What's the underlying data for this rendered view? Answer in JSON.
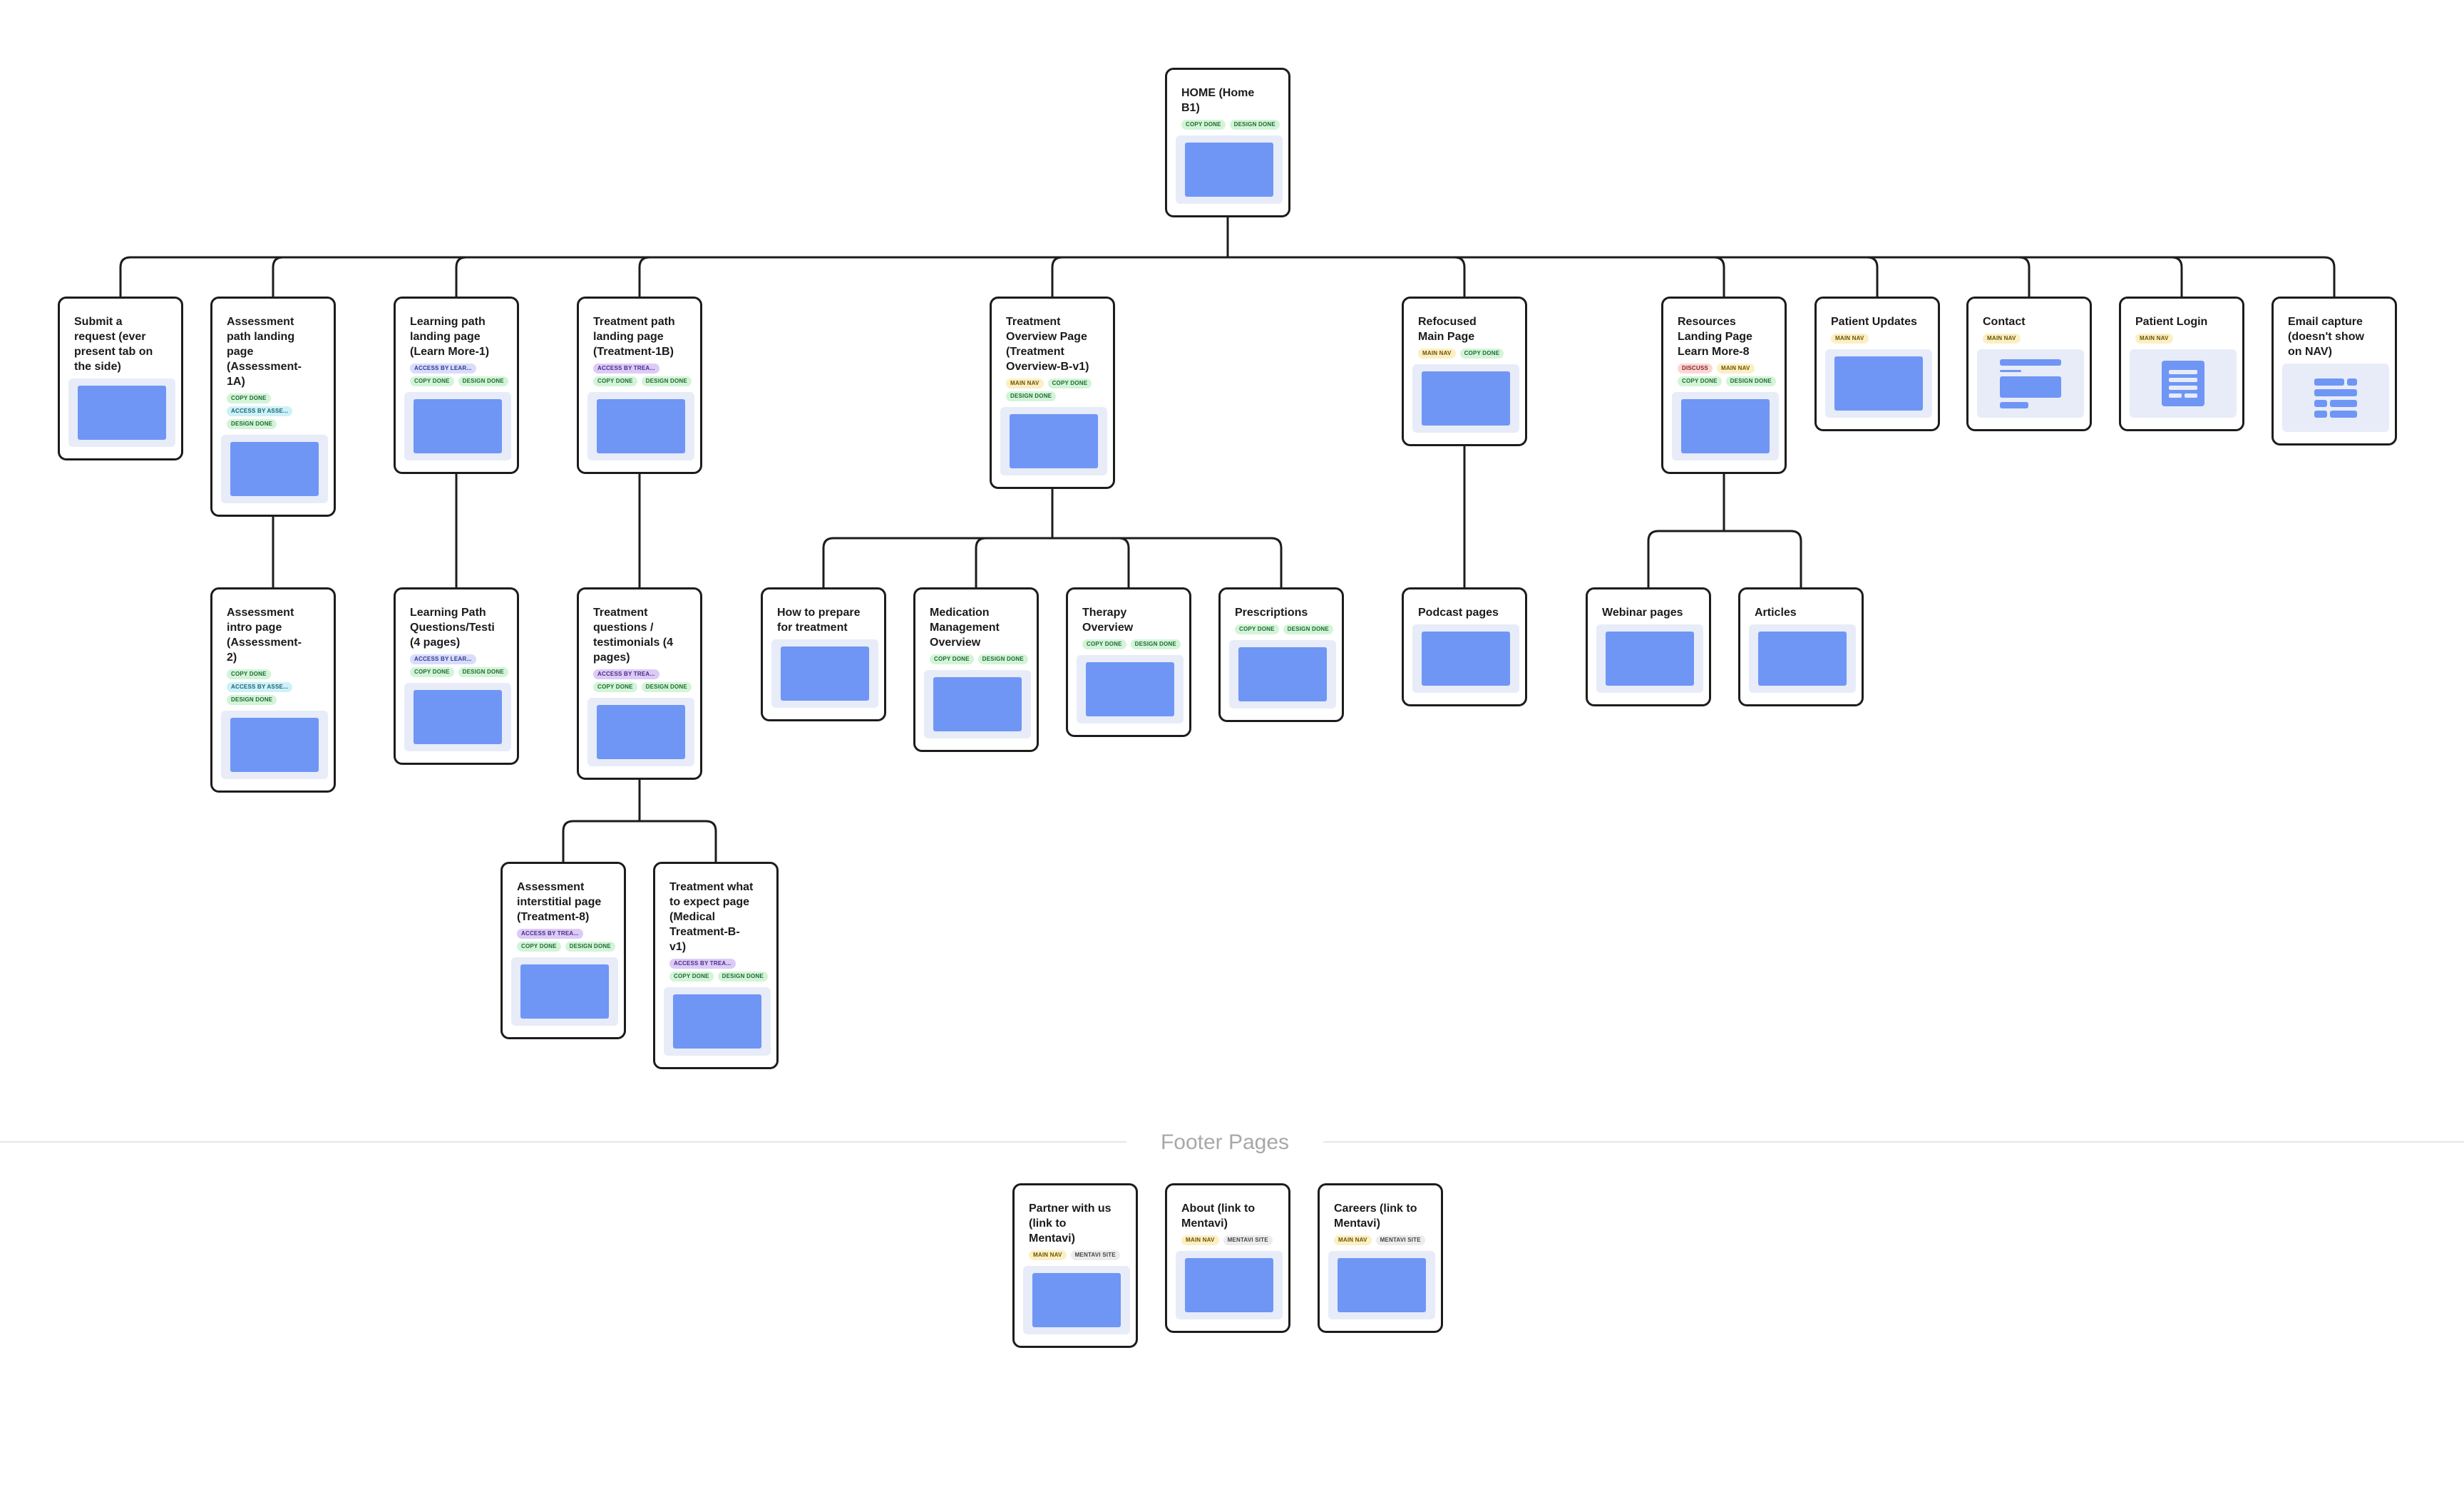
{
  "colors": {
    "canvas": "#ffffff",
    "card_border": "#1c1c1c",
    "connector": "#1c1c1c",
    "thumbnail_bg": "#e7ecf8",
    "thumbnail_fill": "#6f96f5",
    "divider": "#e6e6e6",
    "footer_label": "#a8a8a8"
  },
  "tag_styles": {
    "copy-done": {
      "bg": "#d3f4d8",
      "fg": "#1f6b30"
    },
    "design-done": {
      "bg": "#d3f4d8",
      "fg": "#1f6b30"
    },
    "access-learn": {
      "bg": "#d9dcfb",
      "fg": "#2e3a8f"
    },
    "access-assess": {
      "bg": "#cdf1f7",
      "fg": "#1b6675"
    },
    "access-treat": {
      "bg": "#dccbf6",
      "fg": "#4b2a86"
    },
    "main-nav": {
      "bg": "#fbf0c4",
      "fg": "#6e5200"
    },
    "discuss": {
      "bg": "#fbd6d6",
      "fg": "#8a1f1f"
    },
    "mentavi-site": {
      "bg": "#ececec",
      "fg": "#444444"
    }
  },
  "footer_label": "Footer Pages",
  "cards": [
    {
      "id": "home",
      "title": "HOME (Home\nB1)",
      "thumb": "plain",
      "tags": [
        {
          "label": "COPY DONE",
          "style": "copy-done"
        },
        {
          "label": "DESIGN DONE",
          "style": "design-done"
        }
      ]
    },
    {
      "id": "submit-request",
      "title": "Submit a\nrequest (ever\npresent tab on\nthe side)",
      "thumb": "plain",
      "tags": []
    },
    {
      "id": "assessment-landing",
      "title": "Assessment\npath landing\npage\n(Assessment-\n1A)",
      "thumb": "plain",
      "tags": [
        {
          "label": "COPY DONE",
          "style": "copy-done"
        },
        {
          "label": "ACCESS BY ASSE...",
          "style": "access-assess"
        },
        {
          "label": "DESIGN DONE",
          "style": "design-done"
        }
      ]
    },
    {
      "id": "learning-landing",
      "title": "Learning path\nlanding page\n(Learn More-1)",
      "thumb": "plain",
      "tags": [
        {
          "label": "ACCESS BY LEAR...",
          "style": "access-learn"
        },
        {
          "label": "COPY DONE",
          "style": "copy-done"
        },
        {
          "label": "DESIGN DONE",
          "style": "design-done"
        }
      ]
    },
    {
      "id": "treatment-landing",
      "title": "Treatment path\nlanding page\n(Treatment-1B)",
      "thumb": "plain",
      "tags": [
        {
          "label": "ACCESS BY TREA...",
          "style": "access-treat"
        },
        {
          "label": "COPY DONE",
          "style": "copy-done"
        },
        {
          "label": "DESIGN DONE",
          "style": "design-done"
        }
      ]
    },
    {
      "id": "treatment-overview",
      "title": "Treatment\nOverview Page\n(Treatment\nOverview-B-v1)",
      "thumb": "plain",
      "tags": [
        {
          "label": "MAIN NAV",
          "style": "main-nav"
        },
        {
          "label": "COPY DONE",
          "style": "copy-done"
        },
        {
          "label": "DESIGN DONE",
          "style": "design-done"
        }
      ]
    },
    {
      "id": "refocused-main",
      "title": "Refocused\nMain Page",
      "thumb": "plain",
      "tags": [
        {
          "label": "MAIN NAV",
          "style": "main-nav"
        },
        {
          "label": "COPY DONE",
          "style": "copy-done"
        }
      ]
    },
    {
      "id": "resources-landing",
      "title": "Resources\nLanding Page\nLearn More-8",
      "thumb": "plain",
      "tags": [
        {
          "label": "DISCUSS",
          "style": "discuss"
        },
        {
          "label": "MAIN NAV",
          "style": "main-nav"
        },
        {
          "label": "COPY DONE",
          "style": "copy-done"
        },
        {
          "label": "DESIGN DONE",
          "style": "design-done"
        }
      ]
    },
    {
      "id": "patient-updates",
      "title": "Patient Updates",
      "thumb": "plain",
      "tags": [
        {
          "label": "MAIN NAV",
          "style": "main-nav"
        }
      ]
    },
    {
      "id": "contact",
      "title": "Contact",
      "thumb": "form",
      "tags": [
        {
          "label": "MAIN NAV",
          "style": "main-nav"
        }
      ]
    },
    {
      "id": "patient-login",
      "title": "Patient Login",
      "thumb": "login",
      "tags": [
        {
          "label": "MAIN NAV",
          "style": "main-nav"
        }
      ]
    },
    {
      "id": "email-capture",
      "title": "Email capture\n(doesn't show\non NAV)",
      "thumb": "email",
      "tags": []
    },
    {
      "id": "assessment-intro",
      "title": "Assessment\nintro page\n(Assessment-\n2)",
      "thumb": "plain",
      "tags": [
        {
          "label": "COPY DONE",
          "style": "copy-done"
        },
        {
          "label": "ACCESS BY ASSE...",
          "style": "access-assess"
        },
        {
          "label": "DESIGN DONE",
          "style": "design-done"
        }
      ]
    },
    {
      "id": "learning-questions",
      "title": "Learning Path\nQuestions/Testi\n(4 pages)",
      "thumb": "plain",
      "tags": [
        {
          "label": "ACCESS BY LEAR...",
          "style": "access-learn"
        },
        {
          "label": "COPY DONE",
          "style": "copy-done"
        },
        {
          "label": "DESIGN DONE",
          "style": "design-done"
        }
      ]
    },
    {
      "id": "treatment-questions",
      "title": "Treatment\nquestions /\ntestimonials (4\npages)",
      "thumb": "plain",
      "tags": [
        {
          "label": "ACCESS BY TREA...",
          "style": "access-treat"
        },
        {
          "label": "COPY DONE",
          "style": "copy-done"
        },
        {
          "label": "DESIGN DONE",
          "style": "design-done"
        }
      ]
    },
    {
      "id": "how-to-prepare",
      "title": "How to prepare\nfor treatment",
      "thumb": "plain",
      "tags": []
    },
    {
      "id": "medication-management",
      "title": "Medication\nManagement\nOverview",
      "thumb": "plain",
      "tags": [
        {
          "label": "COPY DONE",
          "style": "copy-done"
        },
        {
          "label": "DESIGN DONE",
          "style": "design-done"
        }
      ]
    },
    {
      "id": "therapy-overview",
      "title": "Therapy\nOverview",
      "thumb": "plain",
      "tags": [
        {
          "label": "COPY DONE",
          "style": "copy-done"
        },
        {
          "label": "DESIGN DONE",
          "style": "design-done"
        }
      ]
    },
    {
      "id": "prescriptions",
      "title": "Prescriptions",
      "thumb": "plain",
      "tags": [
        {
          "label": "COPY DONE",
          "style": "copy-done"
        },
        {
          "label": "DESIGN DONE",
          "style": "design-done"
        }
      ]
    },
    {
      "id": "podcast-pages",
      "title": "Podcast pages",
      "thumb": "plain",
      "tags": []
    },
    {
      "id": "webinar-pages",
      "title": "Webinar pages",
      "thumb": "plain",
      "tags": []
    },
    {
      "id": "articles",
      "title": "Articles",
      "thumb": "plain",
      "tags": []
    },
    {
      "id": "assessment-interstitial",
      "title": "Assessment\ninterstitial page\n(Treatment-8)",
      "thumb": "plain",
      "tags": [
        {
          "label": "ACCESS BY TREA...",
          "style": "access-treat"
        },
        {
          "label": "COPY DONE",
          "style": "copy-done"
        },
        {
          "label": "DESIGN DONE",
          "style": "design-done"
        }
      ]
    },
    {
      "id": "treatment-what-to-expect",
      "title": "Treatment what\nto expect page\n(Medical\nTreatment-B-\nv1)",
      "thumb": "plain",
      "tags": [
        {
          "label": "ACCESS BY TREA...",
          "style": "access-treat"
        },
        {
          "label": "COPY DONE",
          "style": "copy-done"
        },
        {
          "label": "DESIGN DONE",
          "style": "design-done"
        }
      ]
    },
    {
      "id": "partner-with-us",
      "title": "Partner with us\n(link to\nMentavi)",
      "thumb": "plain",
      "tags": [
        {
          "label": "MAIN NAV",
          "style": "main-nav"
        },
        {
          "label": "MENTAVI SITE",
          "style": "mentavi-site"
        }
      ]
    },
    {
      "id": "about",
      "title": "About (link to\nMentavi)",
      "thumb": "plain",
      "tags": [
        {
          "label": "MAIN NAV",
          "style": "main-nav"
        },
        {
          "label": "MENTAVI SITE",
          "style": "mentavi-site"
        }
      ]
    },
    {
      "id": "careers",
      "title": "Careers (link to\nMentavi)",
      "thumb": "plain",
      "tags": [
        {
          "label": "MAIN NAV",
          "style": "main-nav"
        },
        {
          "label": "MENTAVI SITE",
          "style": "mentavi-site"
        }
      ]
    }
  ],
  "edges": [
    [
      "home",
      "submit-request"
    ],
    [
      "home",
      "assessment-landing"
    ],
    [
      "home",
      "learning-landing"
    ],
    [
      "home",
      "treatment-landing"
    ],
    [
      "home",
      "treatment-overview"
    ],
    [
      "home",
      "refocused-main"
    ],
    [
      "home",
      "resources-landing"
    ],
    [
      "home",
      "patient-updates"
    ],
    [
      "home",
      "contact"
    ],
    [
      "home",
      "patient-login"
    ],
    [
      "home",
      "email-capture"
    ],
    [
      "assessment-landing",
      "assessment-intro"
    ],
    [
      "learning-landing",
      "learning-questions"
    ],
    [
      "treatment-landing",
      "treatment-questions"
    ],
    [
      "treatment-overview",
      "how-to-prepare"
    ],
    [
      "treatment-overview",
      "medication-management"
    ],
    [
      "treatment-overview",
      "therapy-overview"
    ],
    [
      "treatment-overview",
      "prescriptions"
    ],
    [
      "refocused-main",
      "podcast-pages"
    ],
    [
      "resources-landing",
      "webinar-pages"
    ],
    [
      "resources-landing",
      "articles"
    ],
    [
      "treatment-questions",
      "assessment-interstitial"
    ],
    [
      "treatment-questions",
      "treatment-what-to-expect"
    ]
  ]
}
